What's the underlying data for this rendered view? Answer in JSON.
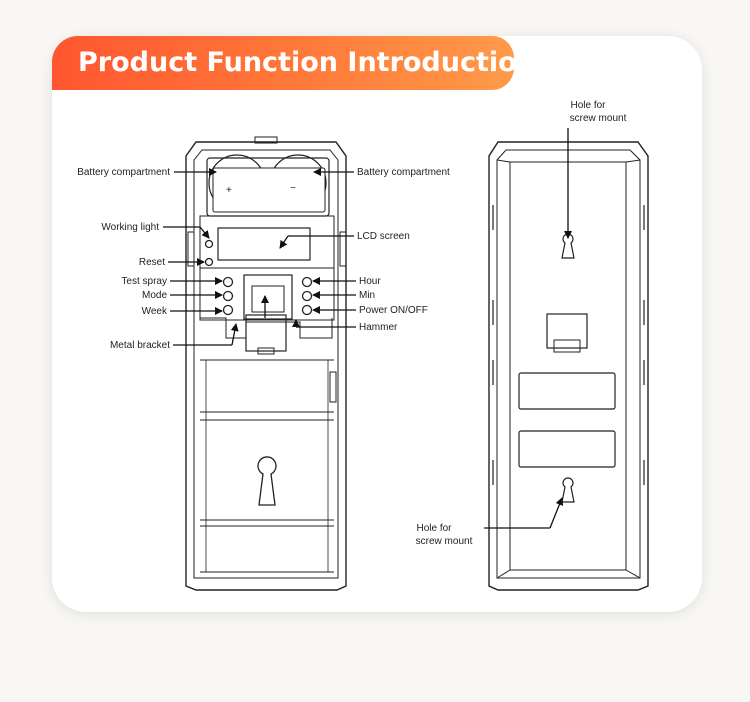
{
  "banner": {
    "title": "Product Function Introduction"
  },
  "front_view": {
    "labels": {
      "battery_left": "Battery compartment",
      "battery_right": "Battery compartment",
      "working_light": "Working light",
      "lcd_screen": "LCD screen",
      "reset": "Reset",
      "test_spray": "Test spray",
      "mode": "Mode",
      "week": "Week",
      "hour": "Hour",
      "min": "Min",
      "power": "Power ON/OFF",
      "hammer": "Hammer",
      "metal_bracket": "Metal bracket"
    },
    "battery_symbols": {
      "plus": "+",
      "minus": "−"
    }
  },
  "back_view": {
    "labels": {
      "hole_top_line1": "Hole for",
      "hole_top_line2": "screw mount",
      "hole_bottom_line1": "Hole for",
      "hole_bottom_line2": "screw mount"
    }
  }
}
